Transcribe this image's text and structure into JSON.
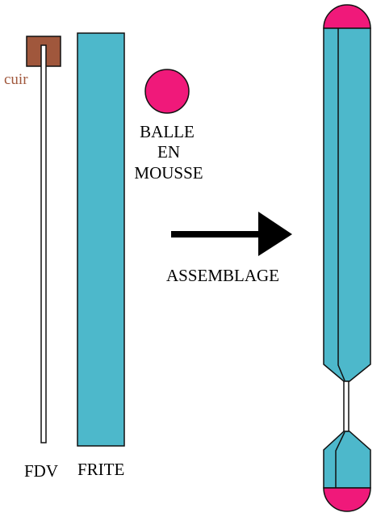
{
  "labels": {
    "leather": "cuir",
    "foam_ball_line1": "BALLE",
    "foam_ball_line2": "EN",
    "foam_ball_line3": "MOUSSE",
    "assembly": "ASSEMBLAGE",
    "fiberglass_rod": "FDV",
    "pool_noodle": "FRITE"
  },
  "colors": {
    "noodle": "#4db8cb",
    "ball": "#f0197a",
    "leather": "#a0573c",
    "outline": "#111111"
  }
}
